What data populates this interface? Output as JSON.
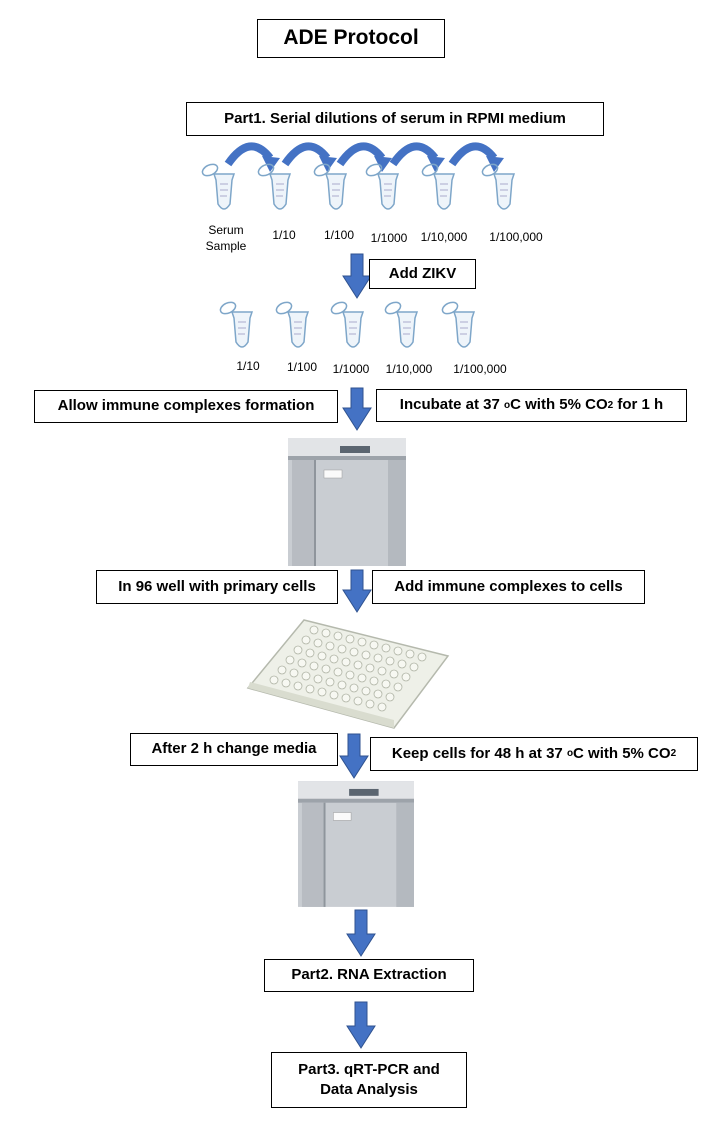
{
  "title": "ADE Protocol",
  "part1": "Part1. Serial dilutions of serum in RPMI medium",
  "row1_labels": [
    "Serum\nSample",
    "1/10",
    "1/100",
    "1/1000",
    "1/10,000",
    "1/100,000"
  ],
  "add_zikv": "Add ZIKV",
  "row2_labels": [
    "1/10",
    "1/100",
    "1/1000",
    "1/10,000",
    "1/100,000"
  ],
  "allow_complexes": "Allow immune complexes formation",
  "incubate": {
    "pre": "Incubate at 37 ",
    "deg": "o",
    "mid": "C with 5% CO",
    "sub": "2",
    "post": " for 1 h"
  },
  "in96": "In 96 well with primary cells",
  "add_complexes": "Add immune complexes to cells",
  "after2h": "After 2 h change media",
  "keep": {
    "pre": "Keep cells for 48 h at 37 ",
    "deg": "o",
    "mid": "C with 5% CO",
    "sub": "2",
    "post": ""
  },
  "part2": "Part2. RNA Extraction",
  "part3_line1": "Part3. qRT-PCR and",
  "part3_line2": "Data Analysis",
  "colors": {
    "arrow": "#4472c4",
    "arrow_dark": "#2f528f",
    "tube": "#7ea6c9"
  }
}
